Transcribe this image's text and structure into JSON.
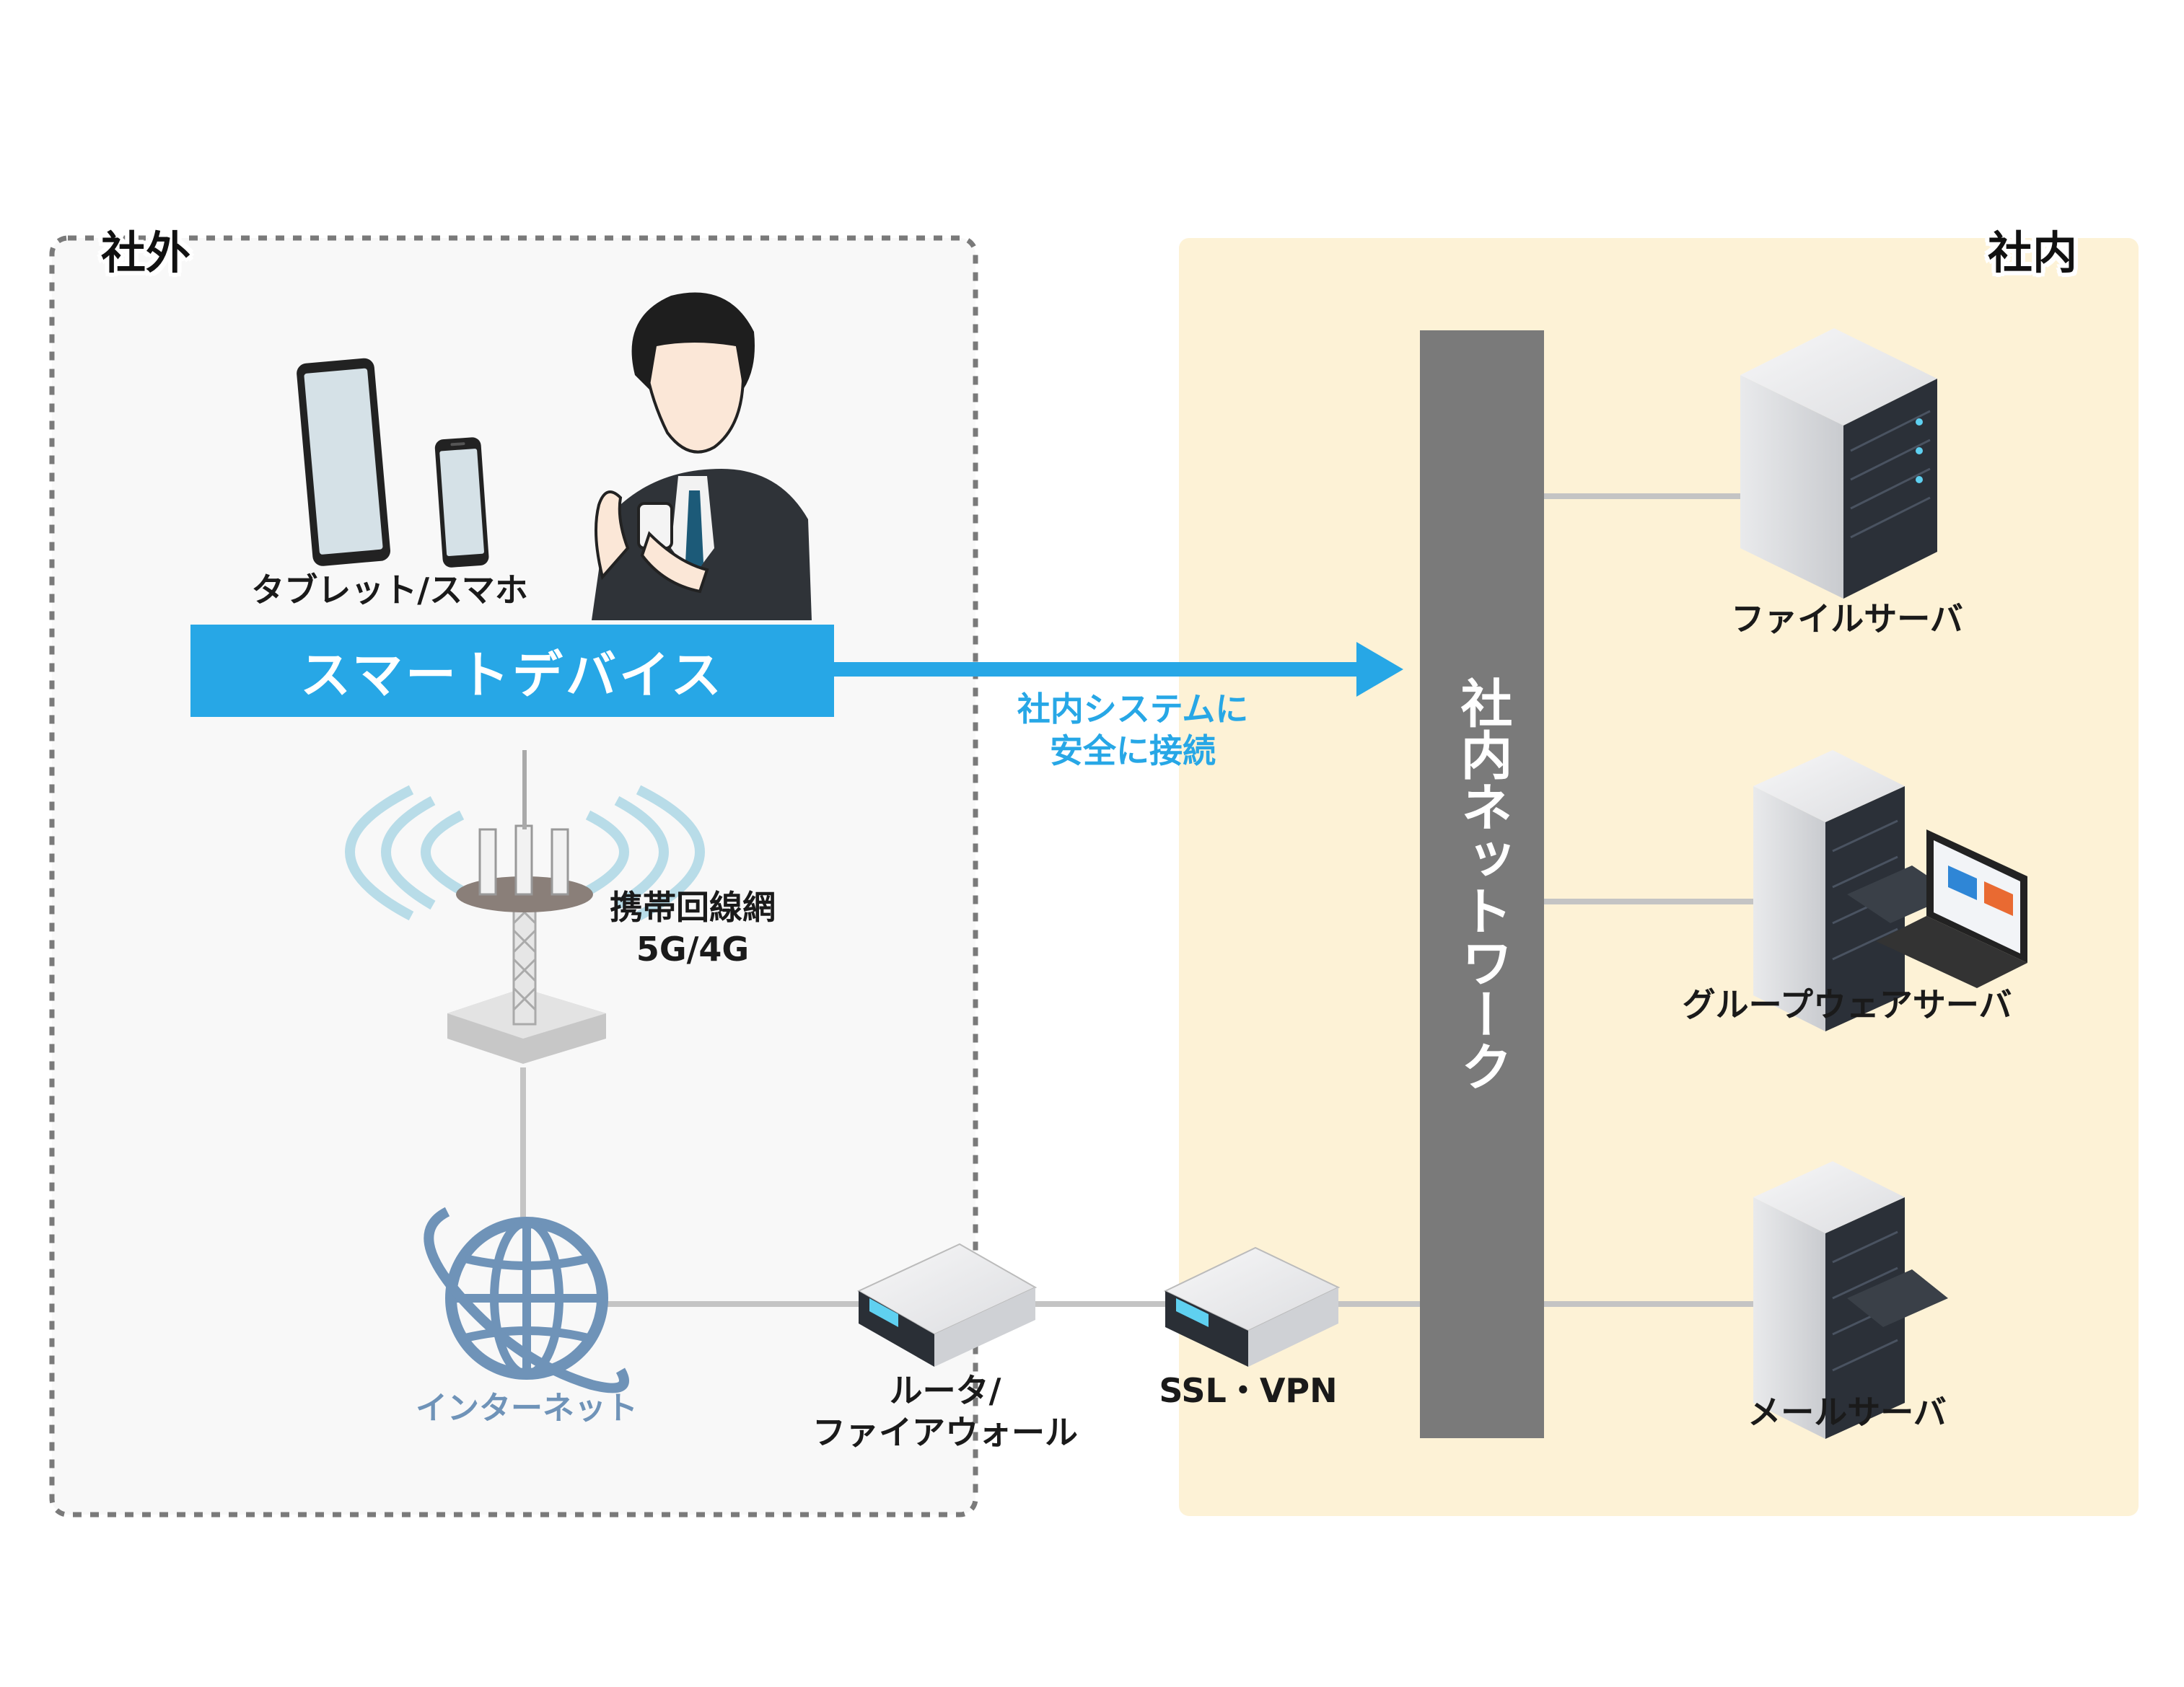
{
  "zones": {
    "outside": {
      "title": "社外"
    },
    "inside": {
      "title": "社内"
    }
  },
  "labels": {
    "tablet_phone": "タブレット/スマホ",
    "smart_device": "スマートデバイス",
    "secure_connect_line1": "社内システムに",
    "secure_connect_line2": "安全に接続",
    "mobile_network_line1": "携帯回線網",
    "mobile_network_line2": "5G/4G",
    "internet": "インターネット",
    "router_line1": "ルータ/",
    "router_line2": "ファイアウォール",
    "ssl_vpn": "SSL・VPN",
    "internal_network": "社内ネットワーク",
    "file_server": "ファイルサーバ",
    "groupware_server": "グループウェアサーバ",
    "mail_server": "メールサーバ"
  },
  "colors": {
    "accent_blue": "#27a7e6",
    "internet_blue": "#6f93b8",
    "outside_zone_bg": "#f8f8f8",
    "inside_zone_bg": "#fdf2d6",
    "network_bar": "#7a7a7a",
    "connector_gray": "#c4c4c4"
  },
  "icons": [
    "tablet-icon",
    "smartphone-icon",
    "businessman-icon",
    "cell-tower-icon",
    "globe-icon",
    "router-icon",
    "vpn-appliance-icon",
    "server-icon",
    "laptop-icon"
  ]
}
